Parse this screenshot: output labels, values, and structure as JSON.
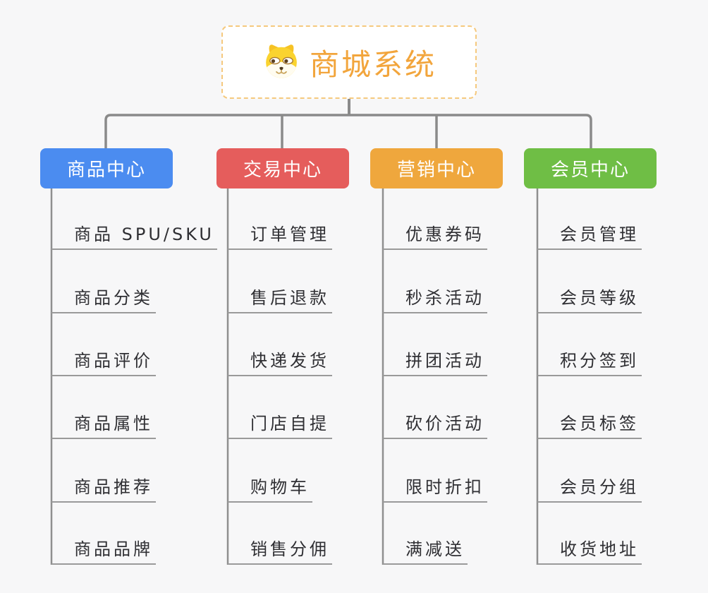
{
  "canvas": {
    "background": "#F7F7F8"
  },
  "connectors": {
    "color": "#8A8A8A"
  },
  "root": {
    "title": "商城系统",
    "icon": "dog-face-icon",
    "title_color": "#F2A53C",
    "border_color": "#F5C97E",
    "background": "#FFFFFF"
  },
  "branches": [
    {
      "label": "商品中心",
      "color": "#4B8CF0",
      "children": [
        "商品 SPU/SKU",
        "商品分类",
        "商品评价",
        "商品属性",
        "商品推荐",
        "商品品牌"
      ]
    },
    {
      "label": "交易中心",
      "color": "#E55D5C",
      "children": [
        "订单管理",
        "售后退款",
        "快递发货",
        "门店自提",
        "购物车",
        "销售分佣"
      ]
    },
    {
      "label": "营销中心",
      "color": "#EFA73D",
      "children": [
        "优惠券码",
        "秒杀活动",
        "拼团活动",
        "砍价活动",
        "限时折扣",
        "满减送"
      ]
    },
    {
      "label": "会员中心",
      "color": "#6FBE45",
      "children": [
        "会员管理",
        "会员等级",
        "积分签到",
        "会员标签",
        "会员分组",
        "收货地址"
      ]
    }
  ]
}
